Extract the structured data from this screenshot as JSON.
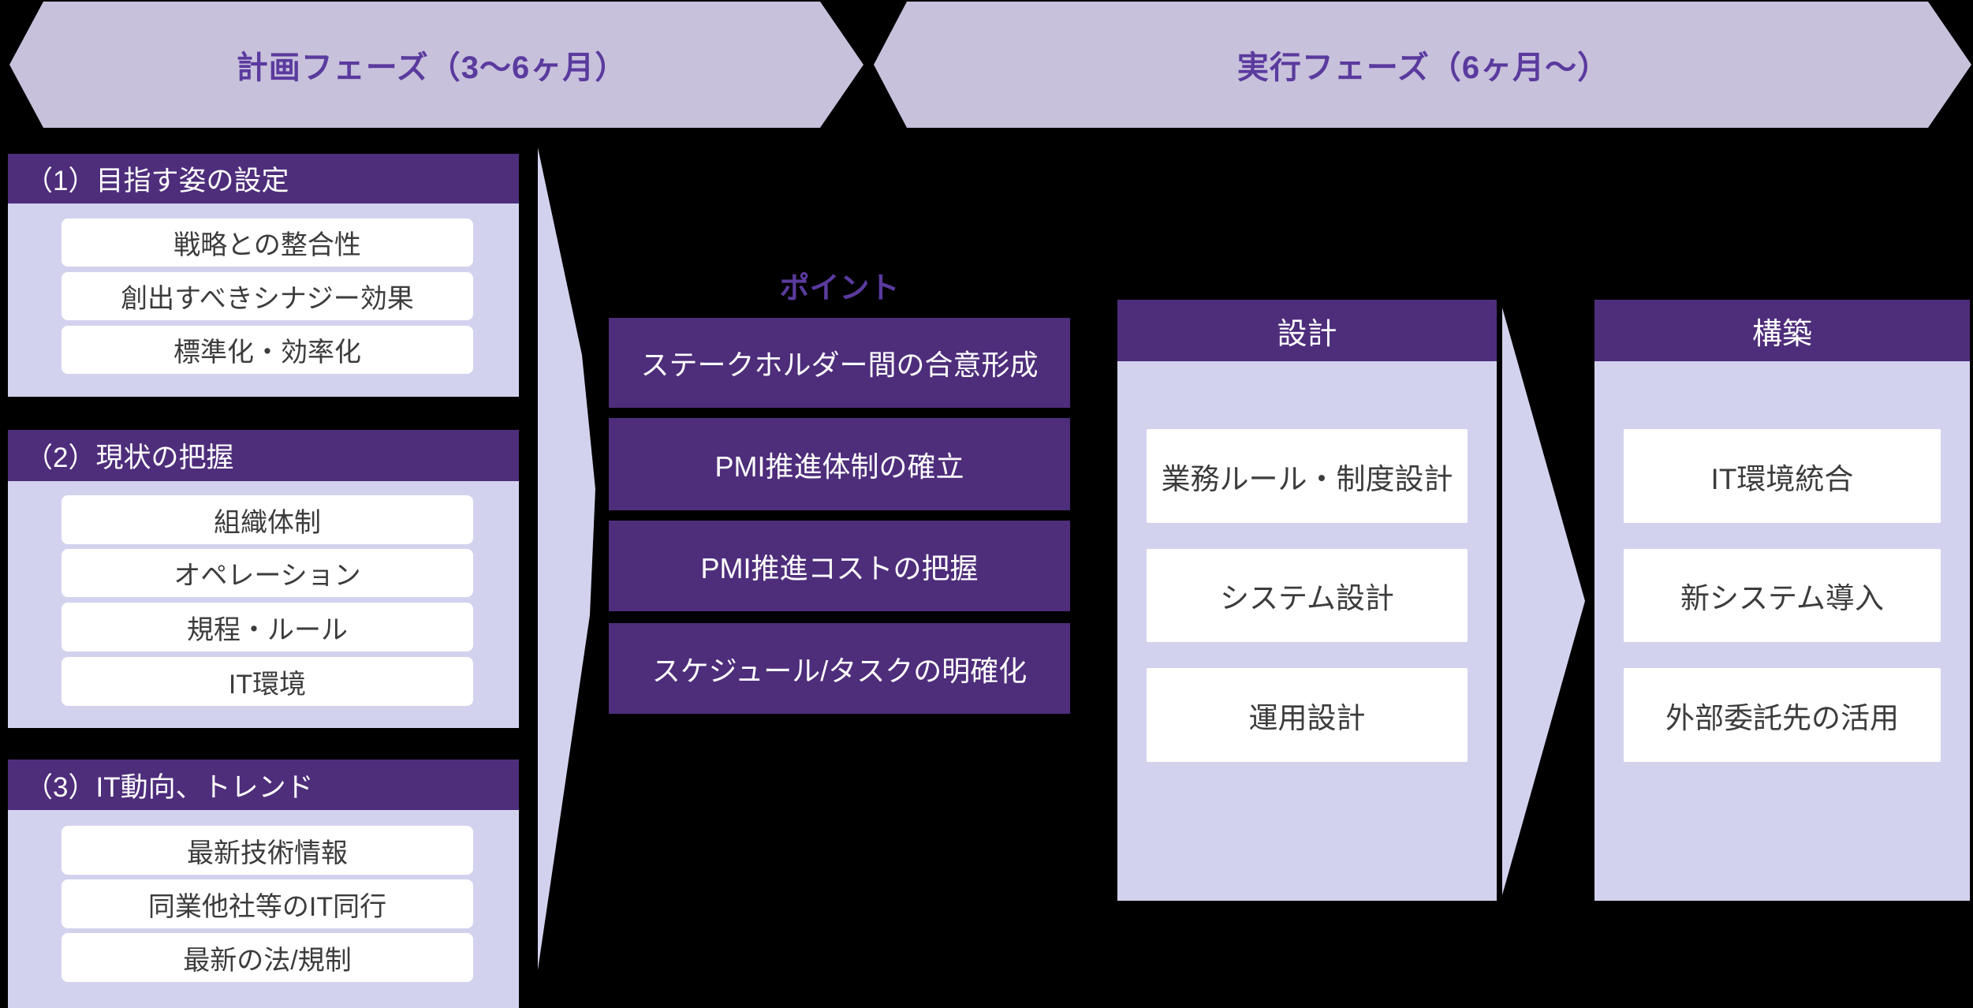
{
  "phase_banners": [
    {
      "label": "計画フェーズ（3～6ヶ月）"
    },
    {
      "label": "実行フェーズ（6ヶ月～）"
    }
  ],
  "left_sections": [
    {
      "title": "（1）目指す姿の設定",
      "items": [
        "戦略との整合性",
        "創出すべきシナジー効果",
        "標準化・効率化"
      ]
    },
    {
      "title": "（2）現状の把握",
      "items": [
        "組織体制",
        "オペレーション",
        "規程・ルール",
        "IT環境"
      ]
    },
    {
      "title": "（3）IT動向、トレンド",
      "items": [
        "最新技術情報",
        "同業他社等のIT同行",
        "最新の法/規制"
      ]
    }
  ],
  "points": {
    "title": "ポイント",
    "items": [
      "ステークホルダー間の合意形成",
      "PMI推進体制の確立",
      "PMI推進コストの把握",
      "スケジュール/タスクの明確化"
    ]
  },
  "exec_columns": [
    {
      "title": "設計",
      "items": [
        "業務ルール・制度設計",
        "システム設計",
        "運用設計"
      ]
    },
    {
      "title": "構築",
      "items": [
        "IT環境統合",
        "新システム導入",
        "外部委託先の活用"
      ]
    }
  ],
  "colors": {
    "background": "#000000",
    "banner_fill": "#C8C1DC",
    "banner_text": "#5B3A9E",
    "dark_purple": "#4E2D7B",
    "panel_lavender": "#D3D2EE",
    "box_white": "#FFFFFF",
    "box_text": "#3C3C3C",
    "header_text": "#FFFFFF"
  }
}
